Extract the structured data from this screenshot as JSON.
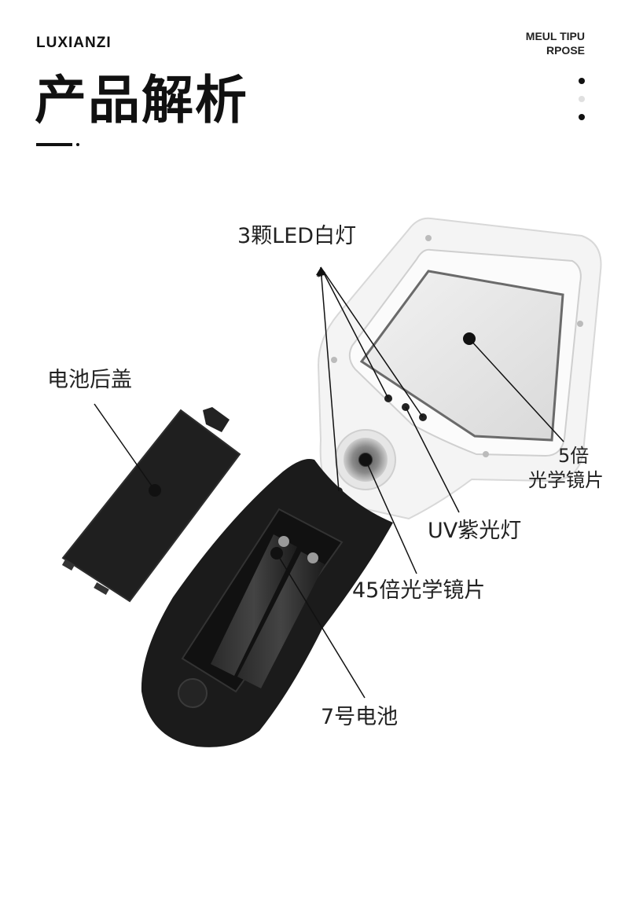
{
  "header": {
    "brand": "LUXIANZI",
    "tag_line1": "MEUL TIPU",
    "tag_line2": "RPOSE",
    "title": "产品解析"
  },
  "callouts": {
    "led": "3颗LED白灯",
    "battery_cover": "电池后盖",
    "lens5_line1": "5倍",
    "lens5_line2": "光学镜片",
    "uv": "UV紫光灯",
    "lens45": "45倍光学镜片",
    "battery": "7号电池"
  },
  "colors": {
    "accent": "#111111",
    "body_white": "#f4f4f4",
    "body_black": "#1a1a1a"
  }
}
